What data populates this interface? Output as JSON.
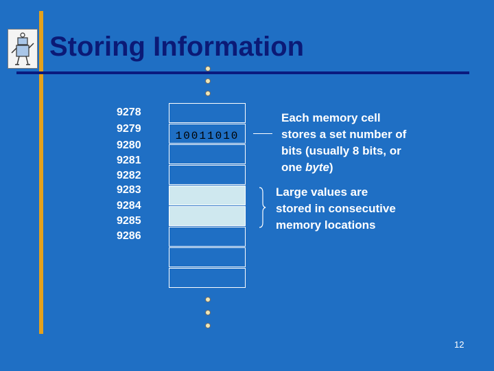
{
  "slide": {
    "title": "Storing Information",
    "slide_number": "12"
  },
  "addresses": [
    "9278",
    "9279",
    "9280",
    "9281",
    "9282",
    "9283",
    "9284",
    "9285",
    "9286"
  ],
  "memory": {
    "cell_value": "10011010"
  },
  "notes": {
    "cell_note_line1": "Each memory cell",
    "cell_note_line2": "stores a set number of",
    "cell_note_line3": "bits (usually 8 bits, or",
    "cell_note_line4_prefix": "one ",
    "cell_note_line4_em": "byte",
    "cell_note_line4_suffix": ")",
    "large_values_line1": "Large values are",
    "large_values_line2": "stored in consecutive",
    "large_values_line3": "memory locations"
  },
  "colors": {
    "background": "#1f6fc4",
    "title": "#0b1a76",
    "accent_bar": "#e4a11c",
    "highlight_cell": "#cfe8ef"
  },
  "icons": {
    "logo": "robot-figure-icon",
    "ellipsis": "vertical-dots-icon"
  }
}
